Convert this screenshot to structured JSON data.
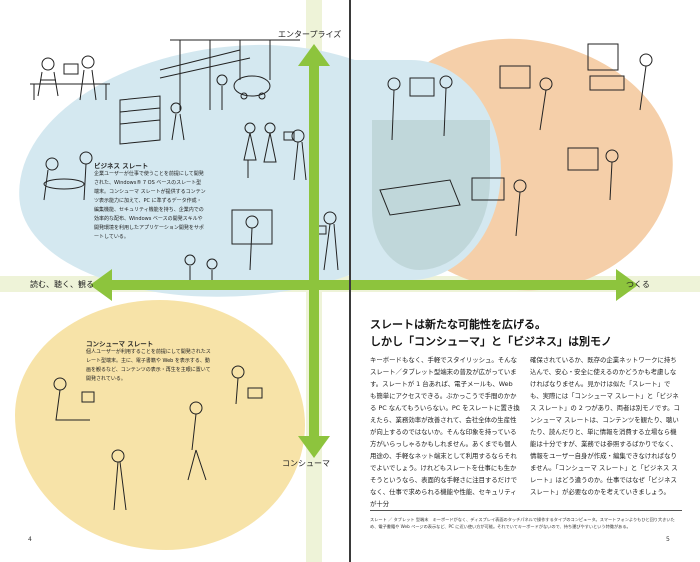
{
  "axes": {
    "top": "エンタープライズ",
    "bottom": "コンシューマ",
    "left": "読む、聴く、観る",
    "right": "つくる"
  },
  "business_slate": {
    "title": "ビジネス スレート",
    "body": "企業ユーザーが仕事で使うことを前提にして開発された、Windows® 7 OS ベースのスレート型端末。コンシューマ スレートが提供するコンテンツ表示能力に加えて、PC に準ずるデータ作成・編集機能、セキュリティ機能を持ち、企業内での効率的な配布、Windows ベースの開発スキルや開発環境を利用したアプリケーション開発をサポートしている。"
  },
  "consumer_slate": {
    "title": "コンシューマ スレート",
    "body": "個人ユーザーが利用することを前提にして開発されたスレート型端末。主に、電子書籍や Web を表示する、動画を観るなど、コンテンツの表示・再生を主眼に置いて開発されている。"
  },
  "headline": {
    "line1": "スレートは新たな可能性を広げる。",
    "line2": "しかし「コンシューマ」と「ビジネス」は別モノ"
  },
  "body": {
    "col1": "キーボードもなく、手軽でスタイリッシュ。そんなスレート／タブレット型端末の普及が広がっています。スレートが 1 台あれば、電子メールも、Web も簡単にアクセスできる。ぶかっこうで手間のかかる PC なんてもういらない。PC をスレートに置き換えたら、業務効率が改善されて、会社全体の生産性が向上するのではないか。そんな印象を持っている方がいらっしゃるかもしれません。あくまでも個人用途の、手軽なネット端末として利用するならそれでよいでしょう。けれどもスレートを仕事にも生かそうというなら、表面的な手軽さに注目するだけでなく、仕事で求められる機能や性能、セキュリティが十分",
    "col2": "確保されているか、既存の企業ネットワークに持ち込んで、安心・安全に使えるのかどうかも考慮しなければなりません。見かけは似た「スレート」でも、実際には「コンシューマ スレート」と「ビジネス スレート」の 2 つがあり、両者は別モノです。コンシューマ スレートは、コンテンツを観たり、聴いたり、読んだりと、単に情報を消費する立場なら機能は十分ですが、業務では参照するばかりでなく、情報をユーザー自身が作成・編集できなければなりません。「コンシューマ スレート」と「ビジネス スレート」はどう違うのか。仕事ではなぜ「ビジネス スレート」が必要なのかを考えていきましょう。"
  },
  "footnote": "スレート ／ タブレット 型端末　キーボードがなく、ディスプレイ表面のタッチパネルで操作するタイプのコンピュータ。スマートフォンよりもひと回り大きいため、電子書籍や Web ページの表示など、PC に近い使い方が可能。それでいてキーボードがないので、持ち運びやすいという特徴がある。",
  "page_numbers": {
    "left": "4",
    "right": "5"
  },
  "colors": {
    "accent_green": "#8dc43d",
    "blue_blob": "#d4e8f0",
    "yellow_blob": "#f7e3a8",
    "orange_blob": "#f5cfa9"
  }
}
